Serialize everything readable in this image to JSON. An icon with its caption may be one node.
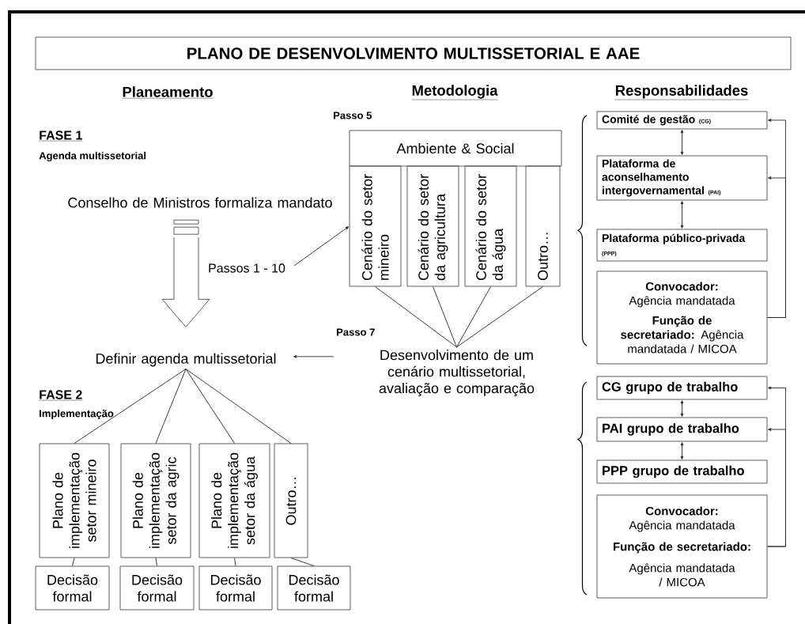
{
  "diagram": {
    "nodes": [
      {
        "text": [
          "PLANO DE DESENVOLVIMENTO MULTISSETORIAL E AAE"
        ]
      },
      {
        "text": [
          "Conselho de Ministros formaliza mandato"
        ]
      },
      {
        "text": [
          "Definir agenda multissetorial"
        ]
      },
      {
        "text": [
          "Ambiente & Social"
        ]
      },
      {
        "text": [
          "Cenário do setor mineiro"
        ]
      },
      {
        "text": [
          "Cenário do setor da agricultura"
        ]
      },
      {
        "text": [
          "Cenário do setor da água"
        ]
      },
      {
        "text": [
          "Outro…"
        ]
      },
      {
        "text": [
          "Desenvolvimento de um cenário multissetorial, avaliação e comparação"
        ]
      },
      {
        "text": [
          "Plano de implementação setor mineiro"
        ]
      },
      {
        "text": [
          "Plano de implementação setor da agric"
        ]
      },
      {
        "text": [
          "Plano de implementação setor da água"
        ]
      },
      {
        "text": [
          "Outro…"
        ]
      },
      {
        "text": [
          "Decisão formal"
        ]
      },
      {
        "text": [
          "Decisão formal"
        ]
      },
      {
        "text": [
          "Decisão formal"
        ]
      },
      {
        "text": [
          "Decisão formal"
        ]
      },
      {
        "text": [
          "Comité de gestão",
          "(CG)"
        ]
      },
      {
        "text": [
          "Plataforma de aconselhamento intergovernamental",
          "(PAI)"
        ]
      },
      {
        "text": [
          "Plataforma público-privada",
          "(PPP)"
        ]
      },
      {
        "text": [
          "**Convocador:** Agência mandatada",
          "**Função de secretariado:** Agência mandatada / MICOA"
        ]
      },
      {
        "text": [
          "CG grupo de trabalho"
        ]
      },
      {
        "text": [
          "PAI grupo de trabalho"
        ]
      },
      {
        "text": [
          "PPP grupo de trabalho"
        ]
      },
      {
        "text": [
          "**Convocador:** Agência mandatada",
          "**Função de secretariado:**",
          "Agência mandatada / MICOA"
        ]
      }
    ],
    "edges": [
      {
        "from": 1,
        "to": 2,
        "arrow": "to"
      },
      {
        "from": null,
        "to": 4,
        "arrow": "to",
        "label": "Passos 1 - 10"
      },
      {
        "from": 4,
        "to": 8,
        "arrow": "none"
      },
      {
        "from": 5,
        "to": 8,
        "arrow": "none"
      },
      {
        "from": 6,
        "to": 8,
        "arrow": "none"
      },
      {
        "from": 7,
        "to": 8,
        "arrow": "none"
      },
      {
        "from": 8,
        "to": 2,
        "arrow": "to"
      },
      {
        "from": 2,
        "to": 9,
        "arrow": "none"
      },
      {
        "from": 2,
        "to": 10,
        "arrow": "none"
      },
      {
        "from": 2,
        "to": 11,
        "arrow": "none"
      },
      {
        "from": 2,
        "to": 12,
        "arrow": "none"
      },
      {
        "from": 9,
        "to": 13,
        "arrow": "none"
      },
      {
        "from": 10,
        "to": 14,
        "arrow": "none"
      },
      {
        "from": 11,
        "to": 15,
        "arrow": "none"
      },
      {
        "from": 12,
        "to": 16,
        "arrow": "none"
      },
      {
        "from": 17,
        "to": 18,
        "arrow": "both"
      },
      {
        "from": 18,
        "to": 19,
        "arrow": "both"
      },
      {
        "from": 20,
        "to": 17,
        "arrow": "to"
      },
      {
        "from": 20,
        "to": 18,
        "arrow": "to"
      },
      {
        "from": 21,
        "to": 22,
        "arrow": "both"
      },
      {
        "from": 22,
        "to": 23,
        "arrow": "both"
      },
      {
        "from": 24,
        "to": 21,
        "arrow": "to"
      },
      {
        "from": 24,
        "to": 22,
        "arrow": "to"
      }
    ],
    "labels": [
      "Planeamento",
      "Metodologia",
      "Responsabilidades",
      "FASE 1",
      "Agenda multissetorial",
      "Passo 5",
      "Passo 7",
      "FASE 2",
      "Implementação"
    ]
  }
}
